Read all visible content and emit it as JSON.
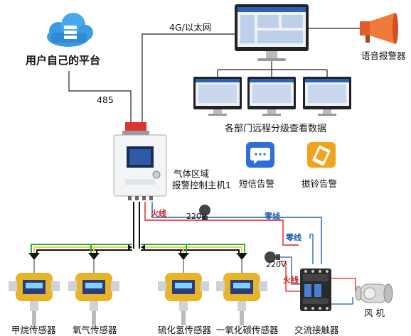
{
  "platform_label": "用户自己的平台",
  "network_label": "4G/以太网",
  "rs485_label": "485",
  "alarm_speaker_label": "语音报警器",
  "remote_view_label": "各部门远程分级查看数据",
  "host_label_line1": "气体区域",
  "host_label_line2": "报警控制主机1",
  "sms_alarm_label": "短信告警",
  "vibrate_alarm_label": "振铃告警",
  "fire_wire_label": "火线",
  "voltage_label_1": "220V",
  "zero_wire_label": "零线",
  "zero_wire_label_2": "零线",
  "voltage_label_2": "220V",
  "fire_wire_label_2": "火线",
  "fan_label": "风 机",
  "contactor_label": "交流接触器",
  "sensors": [
    {
      "label": "甲烷传感器"
    },
    {
      "label": "氧气传感器"
    },
    {
      "label": "硫化氢传感器"
    },
    {
      "label": "一氧化碳传感器"
    }
  ],
  "colors": {
    "fire_wire": "#e02020",
    "zero_wire": "#1b5fb0",
    "cable_yellow": "#e8d23a",
    "cable_green": "#2fa84f",
    "sms_icon_bg": "#2f6ed8",
    "vibrate_icon_bg": "#f0a31e",
    "cloud": "#3b9be0",
    "sensor_body": "#e8b42a"
  }
}
